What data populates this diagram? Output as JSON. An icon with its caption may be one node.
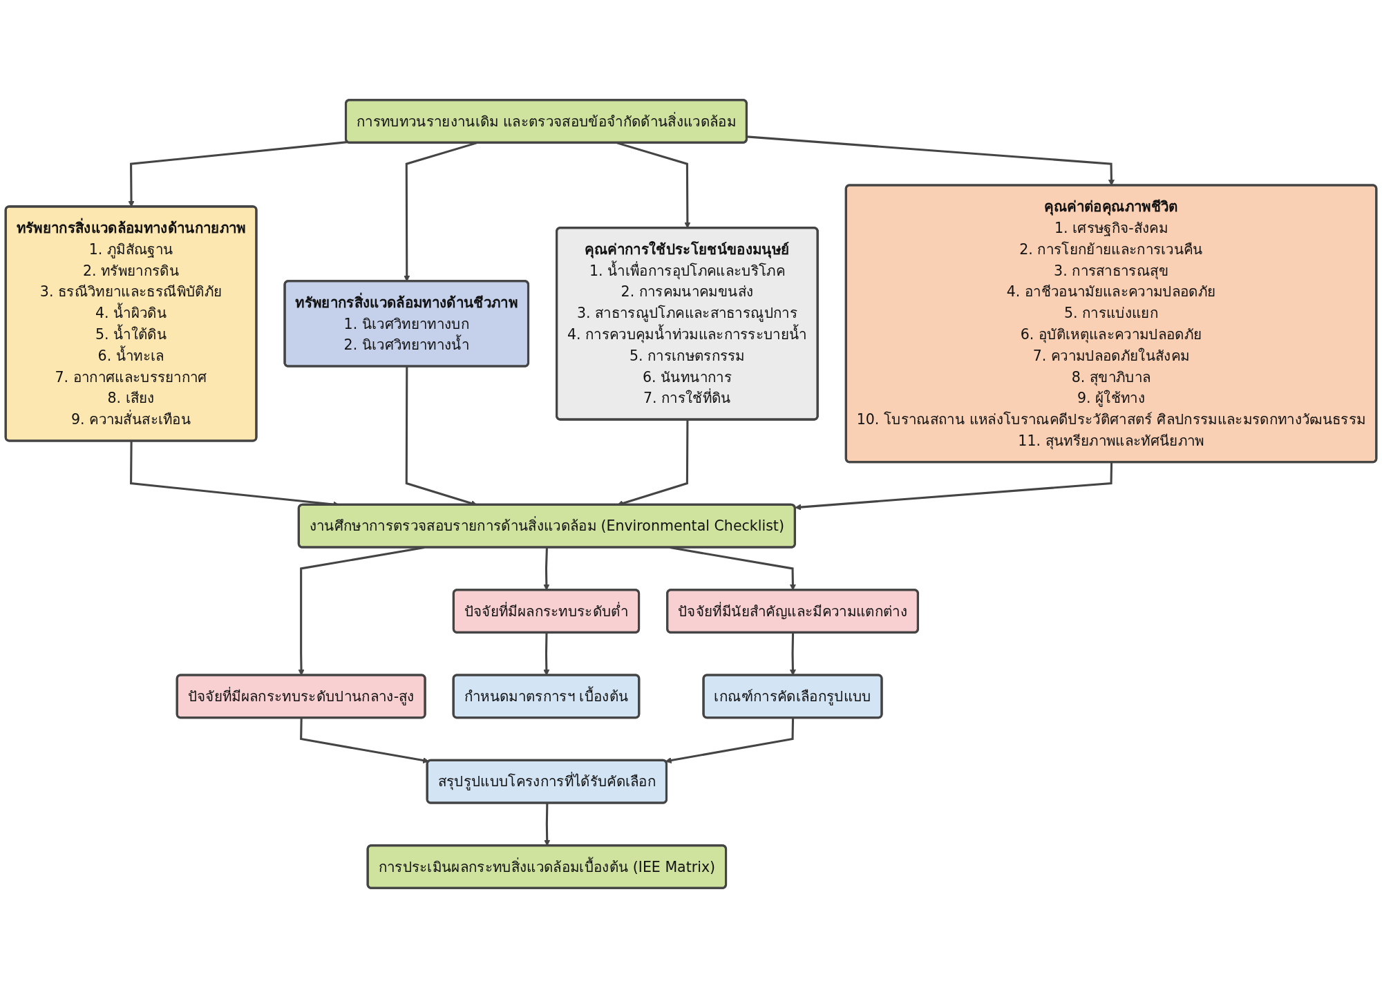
{
  "diagram": {
    "nodes": [
      {
        "text": [
          "การทบทวนรายงานเดิม และตรวจสอบข้อจำกัดด้านสิ่งแวดล้อม"
        ]
      },
      {
        "text": [
          "ทรัพยากรสิ่งแวดล้อมทางด้านกายภาพ",
          "1. ภูมิสัณฐาน",
          "2. ทรัพยากรดิน",
          "3. ธรณีวิทยาและธรณีพิบัติภัย",
          "4. น้ำผิวดิน",
          "5. น้ำใต้ดิน",
          "6. น้ำทะเล",
          "7. อากาศและบรรยากาศ",
          "8. เสียง",
          "9. ความสั่นสะเทือน"
        ]
      },
      {
        "text": [
          "ทรัพยากรสิ่งแวดล้อมทางด้านชีวภาพ",
          "1. นิเวศวิทยาทางบก",
          "2. นิเวศวิทยาทางน้ำ"
        ]
      },
      {
        "text": [
          "คุณค่าการใช้ประโยชน์ของมนุษย์",
          "1. น้ำเพื่อการอุปโภคและบริโภค",
          "2. การคมนาคมขนส่ง",
          "3. สาธารณูปโภคและสาธารณูปการ",
          "4. การควบคุมน้ำท่วมและการระบายน้ำ",
          "5. การเกษตรกรรม",
          "6. นันทนาการ",
          "7. การใช้ที่ดิน"
        ]
      },
      {
        "text": [
          "คุณค่าต่อคุณภาพชีวิต",
          "1. เศรษฐกิจ-สังคม",
          "2. การโยกย้ายและการเวนคืน",
          "3. การสาธารณสุข",
          "4. อาชีวอนามัยและความปลอดภัย",
          "5. การแบ่งแยก",
          "6. อุบัติเหตุและความปลอดภัย",
          "7. ความปลอดภัยในสังคม",
          "8. สุขาภิบาล",
          "9. ผู้ใช้ทาง",
          "10. โบราณสถาน แหล่งโบราณคดีประวัติศาสตร์ ศิลปกรรมและมรดกทางวัฒนธรรม",
          "11. สุนทรียภาพและทัศนียภาพ"
        ]
      },
      {
        "text": [
          "งานศึกษาการตรวจสอบรายการด้านสิ่งแวดล้อม (Environmental Checklist)"
        ]
      },
      {
        "text": [
          "ปัจจัยที่มีผลกระทบระดับต่ำ"
        ]
      },
      {
        "text": [
          "ปัจจัยที่มีผลกระทบระดับปานกลาง-สูง"
        ]
      },
      {
        "text": [
          "ปัจจัยที่มีนัยสำคัญและมีความแตกต่าง"
        ]
      },
      {
        "text": [
          "กำหนดมาตรการฯ เบื้องต้น"
        ]
      },
      {
        "text": [
          "สรุปรูปแบบโครงการที่ได้รับคัดเลือก"
        ]
      },
      {
        "text": [
          "เกณฑ์การคัดเลือกรูปแบบ"
        ]
      },
      {
        "text": [
          "การประเมินผลกระทบสิ่งแวดล้อมเบื้องต้น (IEE Matrix)"
        ]
      }
    ],
    "edges": [
      {
        "from": 0,
        "to": 1,
        "arrow": "to"
      },
      {
        "from": 0,
        "to": 2,
        "arrow": "to"
      },
      {
        "from": 0,
        "to": 3,
        "arrow": "to"
      },
      {
        "from": 0,
        "to": 4,
        "arrow": "to"
      },
      {
        "from": 1,
        "to": 5,
        "arrow": "to"
      },
      {
        "from": 2,
        "to": 5,
        "arrow": "to"
      },
      {
        "from": 3,
        "to": 5,
        "arrow": "to"
      },
      {
        "from": 4,
        "to": 5,
        "arrow": "to"
      },
      {
        "from": 5,
        "to": 6,
        "arrow": "to"
      },
      {
        "from": 5,
        "to": 7,
        "arrow": "to"
      },
      {
        "from": 5,
        "to": 8,
        "arrow": "to"
      },
      {
        "from": 6,
        "to": 9,
        "arrow": "to"
      },
      {
        "from": 7,
        "to": 10,
        "arrow": "to"
      },
      {
        "from": 8,
        "to": 11,
        "arrow": "to"
      },
      {
        "from": 11,
        "to": 10,
        "arrow": "to"
      },
      {
        "from": 10,
        "to": 12,
        "arrow": "to"
      }
    ]
  }
}
